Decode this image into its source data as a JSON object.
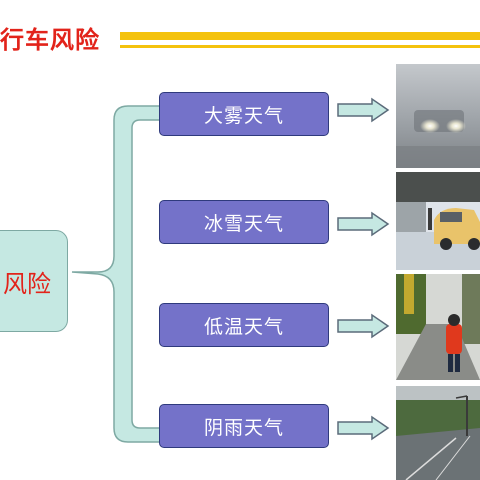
{
  "title": "行车风险",
  "root_label": "风险",
  "branches": [
    {
      "label": "大雾天气",
      "photo_icon": "foggy-road-photo"
    },
    {
      "label": "冰雪天气",
      "photo_icon": "snowy-car-photo"
    },
    {
      "label": "低温天气",
      "photo_icon": "cold-pedestrian-photo"
    },
    {
      "label": "阴雨天气",
      "photo_icon": "rainy-road-photo"
    }
  ],
  "colors": {
    "title": "#e2231a",
    "title_bar": "#f4c20d",
    "root_fill": "#c5e8e2",
    "node_fill": "#7472c9",
    "node_border": "#2f3a7d"
  }
}
